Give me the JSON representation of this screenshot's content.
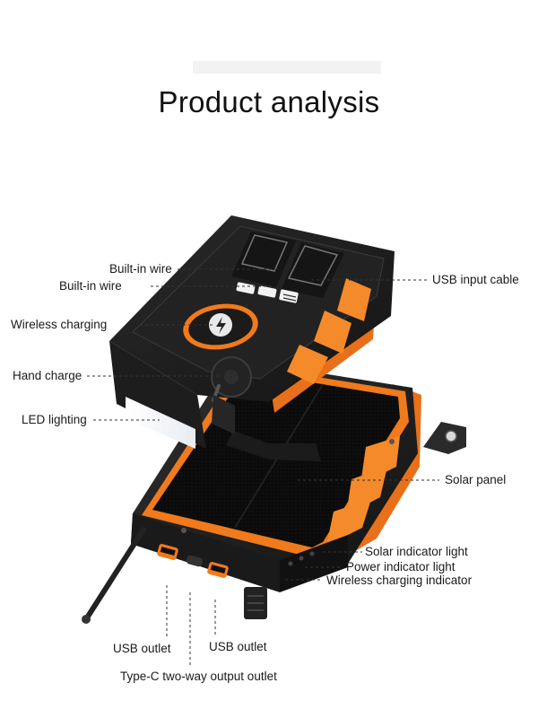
{
  "title": "Product analysis",
  "labels": {
    "built_in_wire_1": "Built-in wire",
    "built_in_wire_2": "Built-in wire",
    "usb_input_cable": "USB input cable",
    "wireless_charging": "Wireless charging",
    "hand_charge": "Hand charge",
    "led_lighting": "LED lighting",
    "solar_panel": "Solar panel",
    "solar_indicator_light": "Solar indicator light",
    "power_indicator_light": "Power indicator light",
    "wireless_charging_indicator": "Wireless charging indicator",
    "usb_outlet_1": "USB outlet",
    "usb_outlet_2": "USB outlet",
    "type_c_outlet": "Type-C two-way output outlet"
  },
  "colors": {
    "accent_orange": "#f07a1c",
    "body_dark": "#1c1c1c",
    "panel_black": "#0d0d0d"
  }
}
